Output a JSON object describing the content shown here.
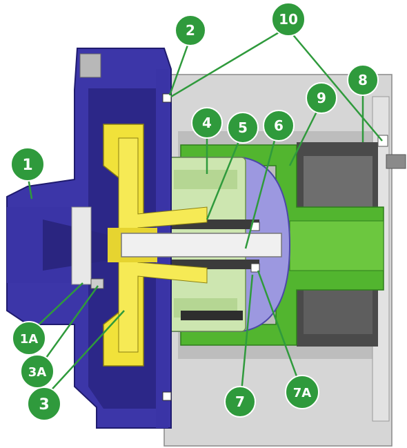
{
  "colors": {
    "casing": "#3a34a6",
    "casing_dark": "#24207a",
    "impeller": "#f2e23a",
    "magnet_green": "#c6e3a3",
    "bracket_green": "#4cb02c",
    "metal": "#d9d9d9",
    "shaft": "#eeeeee",
    "motor": "#444444",
    "callout": "#2f9a3c",
    "leader": "#2f9a3c"
  },
  "callouts": [
    {
      "id": "1",
      "label": "1"
    },
    {
      "id": "1A",
      "label": "1A"
    },
    {
      "id": "2",
      "label": "2"
    },
    {
      "id": "3",
      "label": "3"
    },
    {
      "id": "3A",
      "label": "3A"
    },
    {
      "id": "4",
      "label": "4"
    },
    {
      "id": "5",
      "label": "5"
    },
    {
      "id": "6",
      "label": "6"
    },
    {
      "id": "7",
      "label": "7"
    },
    {
      "id": "7A",
      "label": "7A"
    },
    {
      "id": "8",
      "label": "8"
    },
    {
      "id": "9",
      "label": "9"
    },
    {
      "id": "10",
      "label": "10"
    }
  ]
}
